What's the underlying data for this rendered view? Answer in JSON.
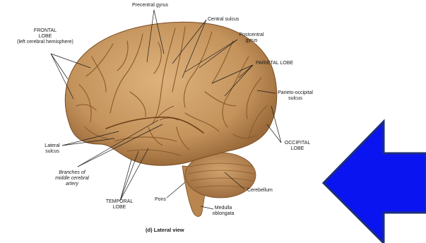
{
  "diagram": {
    "caption": "(d) Lateral view",
    "labels": {
      "precentral_gyrus": "Precentral gyrus",
      "central_sulcus": "Central sulcus",
      "frontal_lobe_1": "FRONTAL",
      "frontal_lobe_2": "LOBE",
      "frontal_lobe_3": "(left cerebral hemisphere)",
      "postcentral_gyrus_1": "Postcentral",
      "postcentral_gyrus_2": "gyrus",
      "parietal_lobe": "PARIETAL LOBE",
      "parieto_occipital_1": "Parieto-occipital",
      "parieto_occipital_2": "sulcus",
      "lateral_sulcus_1": "Lateral",
      "lateral_sulcus_2": "sulcus",
      "occipital_lobe_1": "OCCIPITAL",
      "occipital_lobe_2": "LOBE",
      "branches_1": "Branches of",
      "branches_2": "middle cerebral",
      "branches_3": "artery",
      "cerebellum": "Cerebellum",
      "temporal_lobe_1": "TEMPORAL",
      "temporal_lobe_2": "LOBE",
      "pons": "Pons",
      "medulla_1": "Medulla",
      "medulla_2": "oblongata"
    }
  },
  "colors": {
    "brain": "#c99a63",
    "brain_dark": "#8a5a2c",
    "cerebellum": "#bf8f5c",
    "arrow_fill": "#0a14f0",
    "arrow_stroke": "#1c2f7a"
  },
  "icons": {
    "arrow": "left-arrow-icon"
  }
}
